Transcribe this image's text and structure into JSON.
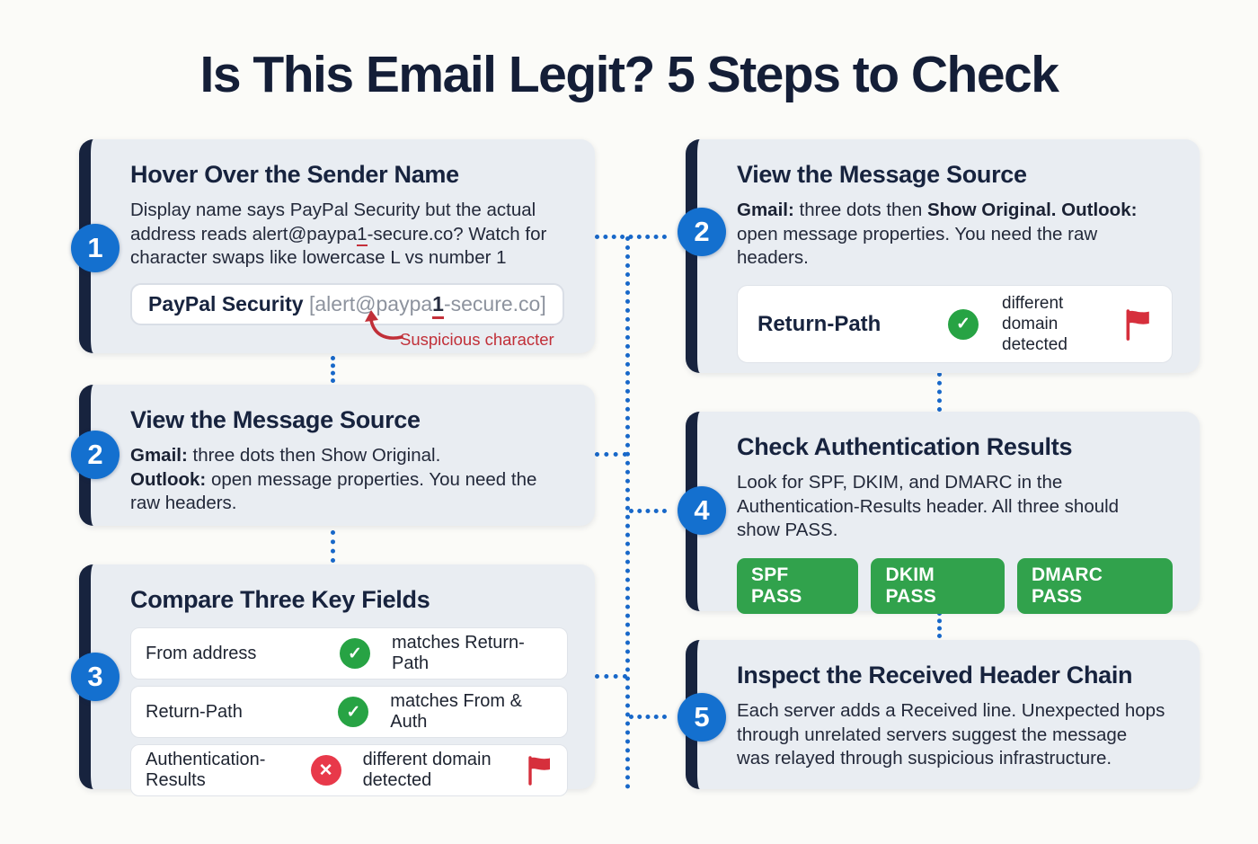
{
  "title": "Is This Email Legit? 5 Steps to Check",
  "colors": {
    "navy": "#17233e",
    "card_bg": "#e9edf2",
    "badge_blue": "#1470cf",
    "dot_blue": "#1868c9",
    "check_green": "#27a344",
    "x_red": "#e8394a",
    "pass_green": "#31a24c",
    "flag_red": "#d62f3c",
    "annotation_red": "#c12f38"
  },
  "step1": {
    "number": "1",
    "title": "Hover Over the Sender Name",
    "line1": "Display name says PayPal Security but the actual",
    "line2_pre": "address reads alert@paypa",
    "line2_char": "1",
    "line2_post": "-secure.co? Watch for",
    "line3": "character swaps like lowercase L vs number 1",
    "sender_name": "PayPal Security",
    "addr_pre": "[alert@paypa",
    "addr_char": "1",
    "addr_post": "-secure.co]",
    "annotation": "Suspicious character"
  },
  "step2_left": {
    "number": "2",
    "title": "View the Message Source",
    "gmail_label": "Gmail:",
    "gmail_rest": " three dots then Show Original.",
    "outlook_label": "Outlook:",
    "outlook_rest": " open message properties. You need the",
    "line3": "raw headers."
  },
  "step3": {
    "number": "3",
    "title": "Compare Three Key Fields",
    "rows": [
      {
        "label": "From address",
        "status": "pass",
        "text": "matches Return-Path"
      },
      {
        "label": "Return-Path",
        "status": "pass",
        "text": "matches From & Auth"
      },
      {
        "label": "Authentication-Results",
        "status": "fail",
        "text": "different domain detected"
      }
    ]
  },
  "step2_right": {
    "number": "2",
    "title": "View the Message Source",
    "gmail_label": "Gmail:",
    "mid": " three dots then ",
    "show_original": "Show Original.",
    "sep": " ",
    "outlook_label": "Outlook:",
    "line2": "open message properties. You need the raw",
    "line3": "headers.",
    "box_label": "Return-Path",
    "box_text": "different domain detected"
  },
  "step4": {
    "number": "4",
    "title": "Check Authentication Results",
    "line1": "Look for SPF, DKIM, and DMARC in the",
    "line2": "Authentication-Results header. All three should",
    "line3": "show PASS.",
    "badges": [
      "SPF PASS",
      "DKIM PASS",
      "DMARC PASS"
    ]
  },
  "step5": {
    "number": "5",
    "title": "Inspect the Received Header Chain",
    "line1": "Each server adds a Received line. Unexpected hops",
    "line2": "through unrelated servers suggest the message",
    "line3": "was relayed through suspicious infrastructure."
  }
}
